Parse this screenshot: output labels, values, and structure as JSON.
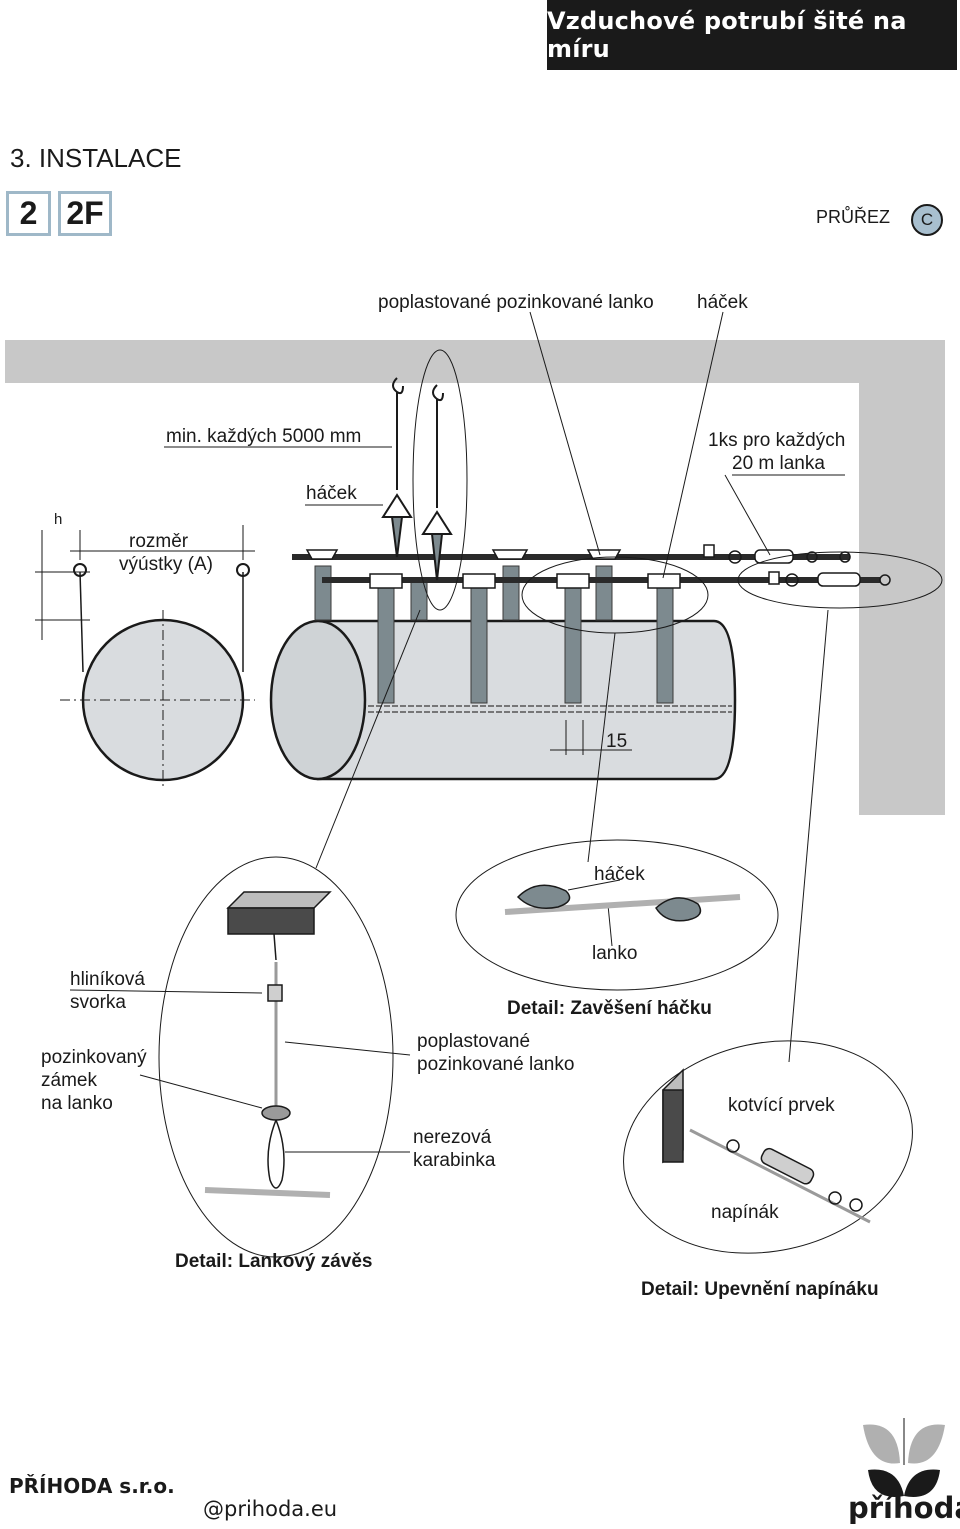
{
  "header": {
    "title": "Vzduchové potrubí šité na míru"
  },
  "section": {
    "title": "3. INSTALACE",
    "codes": [
      "2",
      "2F"
    ]
  },
  "view": {
    "label": "PRŮŘEZ",
    "badge": "C"
  },
  "labels": {
    "cable_top": "poplastované pozinkované lanko",
    "hook_top": "háček",
    "min_spacing": "min. každých 5000 mm",
    "hook_mid": "háček",
    "per20_line1": "1ks pro každých",
    "per20_line2": "20 m lanka",
    "h": "h",
    "outlet_line1": "rozměr",
    "outlet_line2": "výústky (A)",
    "dim15": "15",
    "hook_detail": "háček",
    "cable_detail": "lanko",
    "alu_line1": "hliníková",
    "alu_line2": "svorka",
    "lock_line1": "pozinkovaný",
    "lock_line2": "zámek",
    "lock_line3": "na lanko",
    "coated_line1": "poplastované",
    "coated_line2": "pozinkované lanko",
    "carab_line1": "nerezová",
    "carab_line2": "karabinka",
    "anchor": "kotvící prvek",
    "tensioner": "napínák"
  },
  "details": {
    "hook": "Detail: Zavěšení háčku",
    "cable": "Detail: Lankový závěs",
    "tensioner": "Detail: Upevnění napínáku"
  },
  "footer": {
    "company": "PŘÍHODA s.r.o.",
    "web": "@prihoda.eu",
    "brand": "příhoda"
  },
  "colors": {
    "header_bg": "#1a1a1a",
    "wall": "#c8c8c8",
    "duct": "#d9dcdf",
    "hanger": "#7d8a8f",
    "accent": "#a8bfcf"
  }
}
